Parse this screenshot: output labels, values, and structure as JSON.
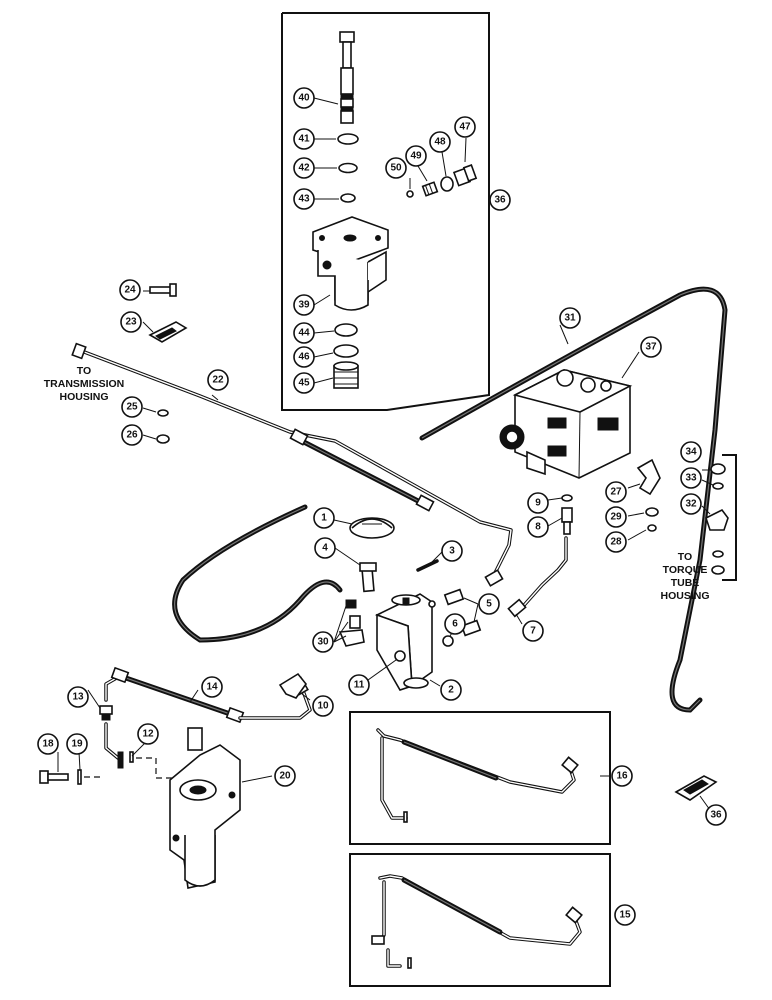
{
  "labels": {
    "to_transmission_housing": [
      "TO",
      "TRANSMISSION",
      "HOUSING"
    ],
    "to_torque_tube_housing": [
      "TO",
      "TORQUE",
      "TUBE",
      "HOUSING"
    ]
  },
  "callouts": {
    "c1": "1",
    "c2": "2",
    "c3": "3",
    "c4": "4",
    "c5": "5",
    "c6": "6",
    "c7": "7",
    "c8": "8",
    "c9": "9",
    "c10": "10",
    "c11": "11",
    "c12": "12",
    "c13": "13",
    "c14": "14",
    "c15": "15",
    "c16": "16",
    "c18": "18",
    "c19": "19",
    "c20": "20",
    "c22": "22",
    "c23": "23",
    "c24": "24",
    "c25": "25",
    "c26": "26",
    "c27": "27",
    "c28": "28",
    "c29": "29",
    "c30": "30",
    "c31": "31",
    "c32": "32",
    "c33": "33",
    "c34": "34",
    "c36a": "36",
    "c36b": "36",
    "c37": "37",
    "c39": "39",
    "c40": "40",
    "c41": "41",
    "c42": "42",
    "c43": "43",
    "c44": "44",
    "c45": "45",
    "c46": "46",
    "c47": "47",
    "c48": "48",
    "c49": "49",
    "c50": "50"
  }
}
